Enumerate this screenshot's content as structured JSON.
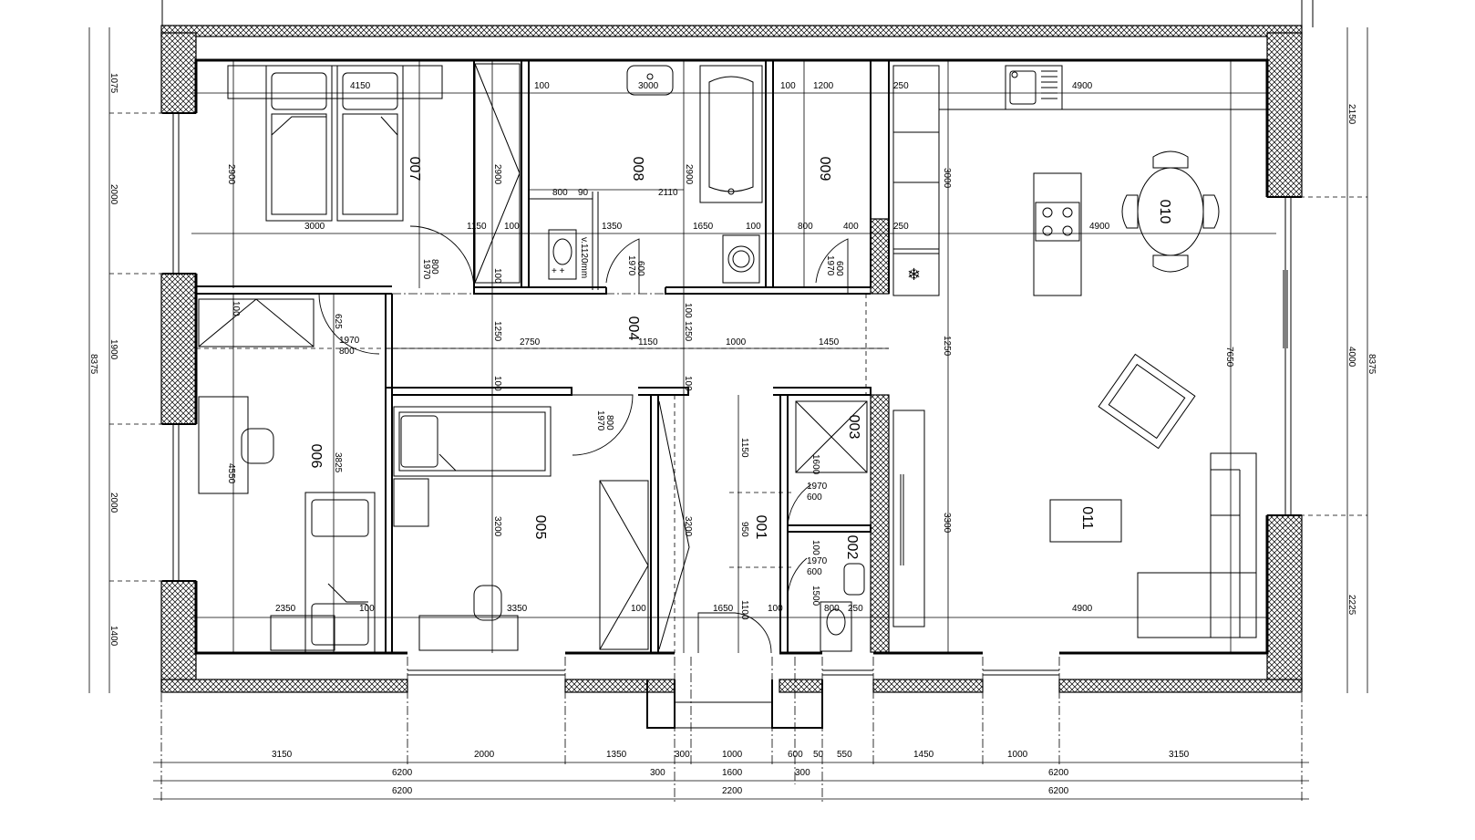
{
  "rooms": [
    {
      "id": "007",
      "label": "007"
    },
    {
      "id": "008",
      "label": "008"
    },
    {
      "id": "009",
      "label": "009"
    },
    {
      "id": "010",
      "label": "010"
    },
    {
      "id": "006",
      "label": "006"
    },
    {
      "id": "004",
      "label": "004"
    },
    {
      "id": "003",
      "label": "003"
    },
    {
      "id": "005",
      "label": "005"
    },
    {
      "id": "001",
      "label": "001"
    },
    {
      "id": "002",
      "label": "002"
    },
    {
      "id": "011",
      "label": "011"
    }
  ],
  "bottom_dims": {
    "row1": [
      "3150",
      "2000",
      "1350",
      "300",
      "1000",
      "600",
      "50",
      "550",
      "1450",
      "1000",
      "3150"
    ],
    "row2": [
      "6200",
      "300",
      "1600",
      "300",
      "6200"
    ],
    "row3": [
      "6200",
      "2200",
      "6200"
    ]
  },
  "left_dims": [
    "1075",
    "2000",
    "1900",
    "8375",
    "2000",
    "1400"
  ],
  "right_dims": [
    "2150",
    "4000",
    "8375",
    "2225"
  ],
  "interior_dims": {
    "d4150": "4150",
    "d3000a": "3000",
    "d100a": "100",
    "d100b": "100",
    "d1200": "1200",
    "d250a": "250",
    "d4900a": "4900",
    "d2900a": "2900",
    "d2900b": "2900",
    "d2900c": "2900",
    "d3000v": "3000",
    "d800a": "800",
    "d90": "90",
    "d2110": "2110",
    "d3000b": "3000",
    "d1150a": "1150",
    "d100c": "100",
    "d1350": "1350",
    "d1650a": "1650",
    "d100d": "100",
    "d800b": "800",
    "d400": "400",
    "d250b": "250",
    "d4900b": "4900",
    "d800c": "800",
    "d1970a": "1970",
    "d100e": "100",
    "d1120mm": "v.1120mm",
    "d600a": "600",
    "d1970b": "1970",
    "d600b": "600",
    "d1970c": "1970",
    "d100f": "100",
    "d625": "625",
    "d1970d": "1970",
    "d800d": "800",
    "d1250a": "1250",
    "d2750": "2750",
    "d1150b": "1150",
    "d100g": "100",
    "d1250b": "1250",
    "d1000": "1000",
    "d1450": "1450",
    "d1250c": "1250",
    "d7650": "7650",
    "d100h": "100",
    "d100i": "100",
    "d800e": "800",
    "d1970e": "1970",
    "d4550": "4550",
    "d3825": "3825",
    "d1150c": "1150",
    "d1600": "1600",
    "d1970f": "1970",
    "d600c": "600",
    "d3200a": "3200",
    "d3200b": "3200",
    "d950": "950",
    "d100j": "100",
    "d1970g": "1970",
    "d600d": "600",
    "d3300": "3300",
    "d2350": "2350",
    "d100k": "100",
    "d3350": "3350",
    "d100l": "100",
    "d1650b": "1650",
    "d1100": "1100",
    "d100m": "100",
    "d1500": "1500",
    "d800f": "800",
    "d250c": "250",
    "d4900c": "4900"
  }
}
